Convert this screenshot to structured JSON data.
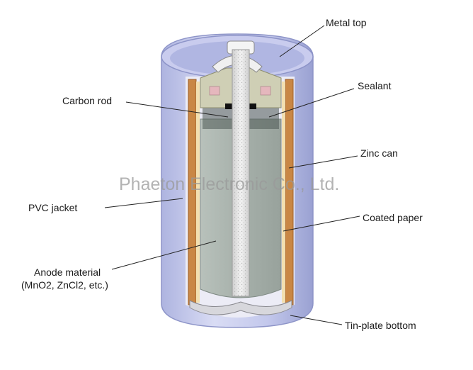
{
  "labels": {
    "metal_top": "Metal top",
    "sealant": "Sealant",
    "carbon_rod": "Carbon rod",
    "zinc_can": "Zinc can",
    "pvc_jacket": "PVC jacket",
    "coated_paper": "Coated paper",
    "anode_line1": "Anode material",
    "anode_line2": "(MnO2, ZnCl2, etc.)",
    "tin_plate_bottom": "Tin-plate bottom"
  },
  "watermark": "Phaeton Electronic Co., Ltd.",
  "colors": {
    "jacket": "#b9bee6",
    "zinc": "#c98745",
    "paper": "#f2dfb0",
    "anode": "#a5afa8",
    "rod": "#e4e4e4",
    "sealant": "#cfcfb5",
    "leader": "#222222"
  }
}
